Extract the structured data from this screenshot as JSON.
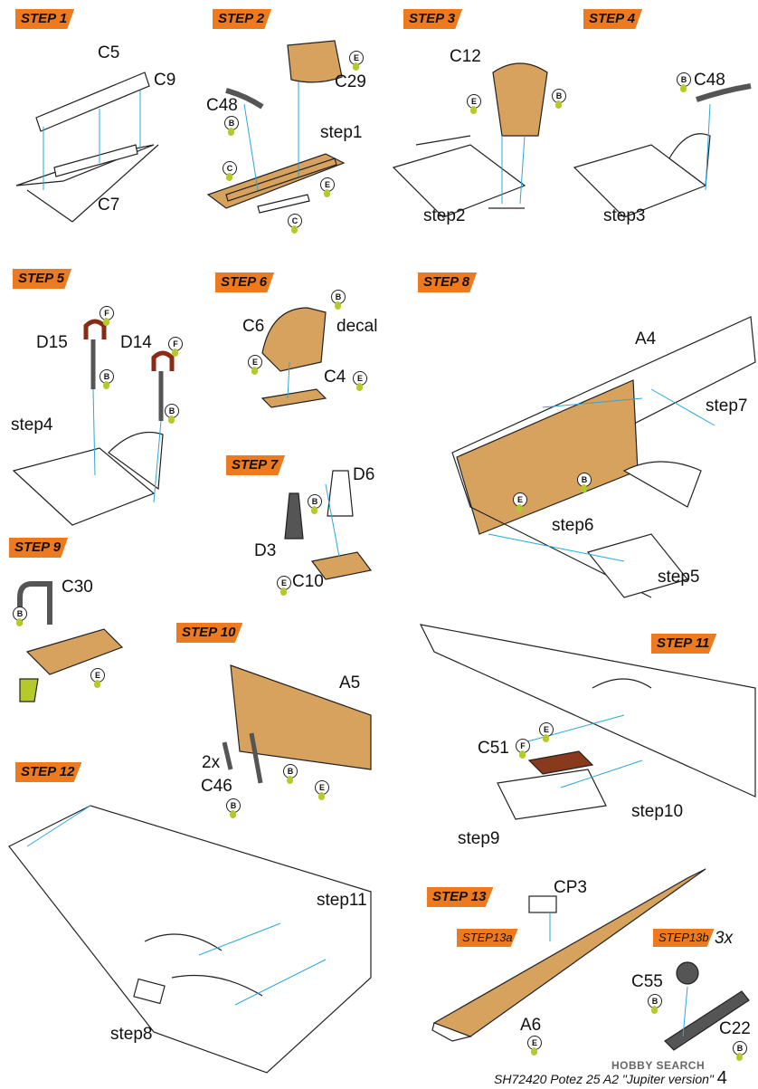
{
  "steps": {
    "s1": "STEP 1",
    "s2": "STEP 2",
    "s3": "STEP 3",
    "s4": "STEP 4",
    "s5": "STEP 5",
    "s6": "STEP 6",
    "s7": "STEP 7",
    "s8": "STEP 8",
    "s9": "STEP 9",
    "s10": "STEP 10",
    "s11": "STEP 11",
    "s12": "STEP 12",
    "s13": "STEP 13",
    "s13a": "STEP13a",
    "s13b": "STEP13b"
  },
  "parts": {
    "c5": "C5",
    "c9": "C9",
    "c7": "C7",
    "c48": "C48",
    "c29": "C29",
    "c12": "C12",
    "d15": "D15",
    "d14": "D14",
    "c6": "C6",
    "c4": "C4",
    "decal": "decal",
    "d6": "D6",
    "d3": "D3",
    "c10": "C10",
    "a4": "A4",
    "c30": "C30",
    "a5": "A5",
    "c46": "C46",
    "qty2x": "2x",
    "c51": "C51",
    "cp3": "CP3",
    "a6": "A6",
    "c55": "C55",
    "c22": "C22",
    "qty3x": "3x"
  },
  "refs": {
    "step1": "step1",
    "step2": "step2",
    "step3": "step3",
    "step4": "step4",
    "step5": "step5",
    "step6": "step6",
    "step7": "step7",
    "step8": "step8",
    "step9": "step9",
    "step10": "step10",
    "step11": "step11"
  },
  "paint_codes": [
    "B",
    "C",
    "E",
    "F"
  ],
  "colors": {
    "step_badge": "#ee7a1f",
    "wood": "#d7a15e",
    "paint_drop": "#b6c92a",
    "leader": "#2aa7d8"
  },
  "footer": {
    "text": "SH72420 Potez 25 A2 \"Jupiter version\"",
    "page": "4"
  },
  "watermark": "HOBBY SEARCH"
}
